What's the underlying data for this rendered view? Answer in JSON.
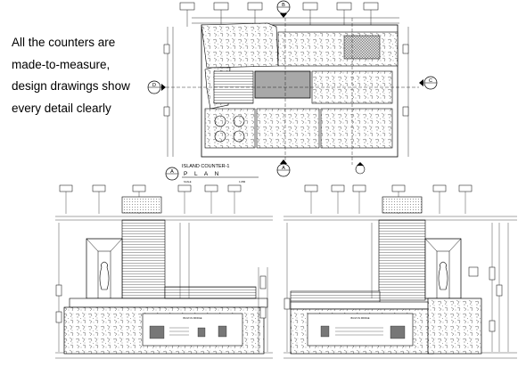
{
  "caption": {
    "lines": [
      "All the counters are",
      "made-to-measure,",
      "design  drawings show",
      "every detail clearly"
    ]
  },
  "plan": {
    "title": "ISLAND COUNTER-1",
    "subtitle": "P L A N",
    "scale_label": "SCALE",
    "scale_value": "1:25M",
    "section_markers": [
      "A",
      "B",
      "C",
      "D"
    ]
  },
  "elevations": {
    "left_label": "BUILT-IN FRIDGE",
    "right_label": "BUILT-IN FRIDGE"
  }
}
